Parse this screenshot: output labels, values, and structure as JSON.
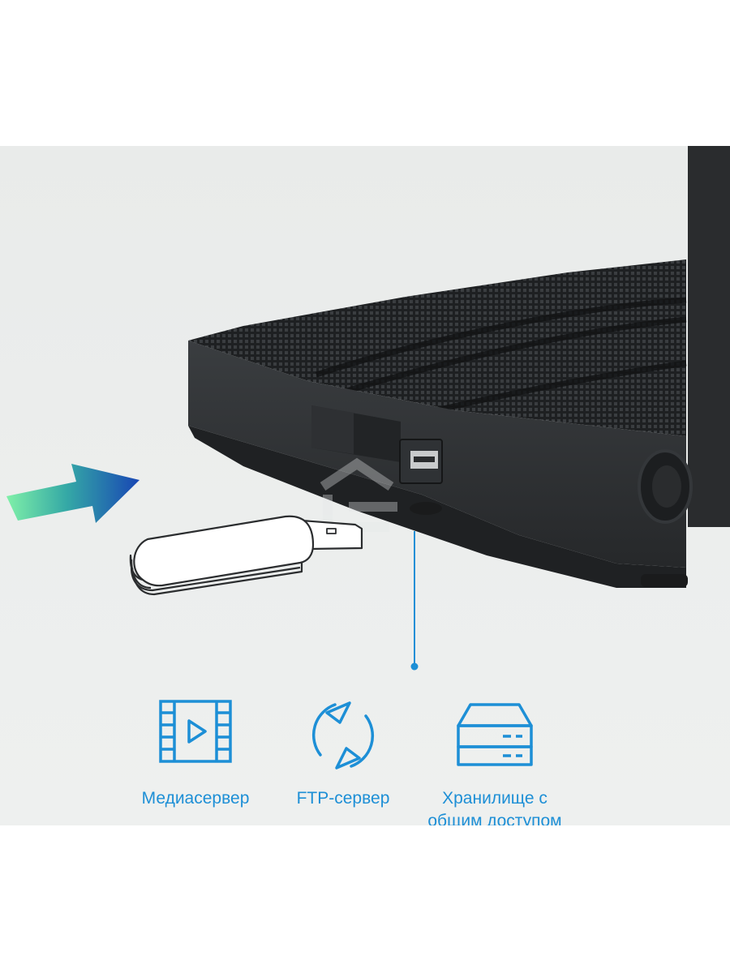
{
  "features": [
    {
      "icon": "media-server-icon",
      "label": "Медиасервер"
    },
    {
      "icon": "ftp-sync-icon",
      "label": "FTP-сервер"
    },
    {
      "icon": "storage-server-icon",
      "label": "Хранилище с\nобщим доступом"
    }
  ],
  "colors": {
    "background": "#ffffff",
    "panel": "#eceeed",
    "accent_blue": "#1d8fd6",
    "router_body": "#2b2d2f",
    "arrow_start": "#6fe3a0",
    "arrow_end": "#1c5fb8"
  }
}
